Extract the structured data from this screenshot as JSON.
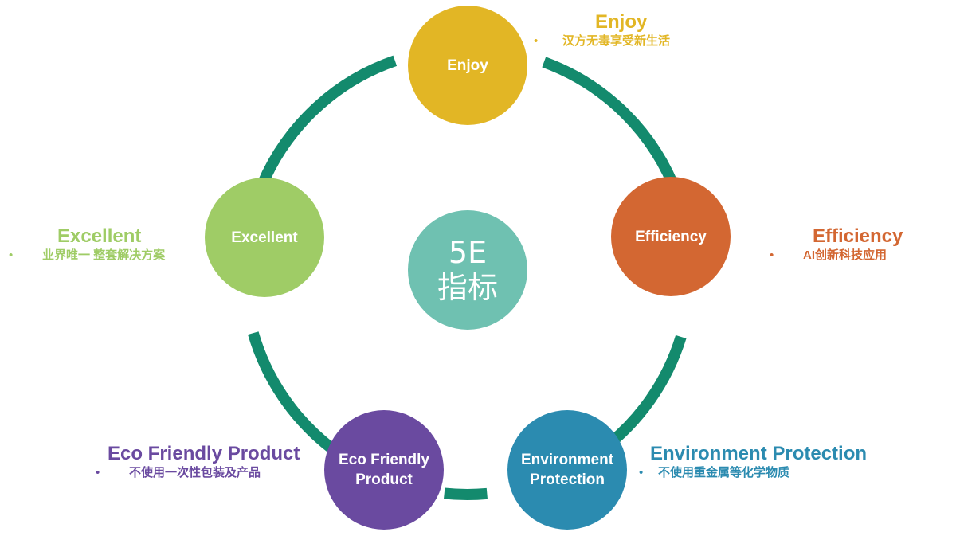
{
  "center": {
    "line1": "5E",
    "line2": "指标"
  },
  "nodes": {
    "enjoy": {
      "label": "Enjoy",
      "color": "#e2b625"
    },
    "efficiency": {
      "label": "Efficiency",
      "color": "#d36732"
    },
    "environment": {
      "line1": "Environment",
      "line2": "Protection",
      "color": "#2b8bb0"
    },
    "eco": {
      "line1": "Eco Friendly",
      "line2": "Product",
      "color": "#6a4aa0"
    },
    "excellent": {
      "label": "Excellent",
      "color": "#9fcc66"
    }
  },
  "labels": {
    "enjoy": {
      "title": "Enjoy",
      "bullet": "•",
      "desc": "汉方无毒享受新生活"
    },
    "efficiency": {
      "title": "Efficiency",
      "bullet": "•",
      "desc": "AI创新科技应用"
    },
    "environment": {
      "title": "Environment Protection",
      "bullet": "•",
      "desc": "不使用重金属等化学物质"
    },
    "eco": {
      "title": "Eco Friendly Product",
      "bullet": "•",
      "desc": "不使用一次性包装及产品"
    },
    "excellent": {
      "title": "Excellent",
      "bullet": "•",
      "desc": "业界唯一 整套解决方案"
    }
  },
  "ring_color": "#138a6d"
}
